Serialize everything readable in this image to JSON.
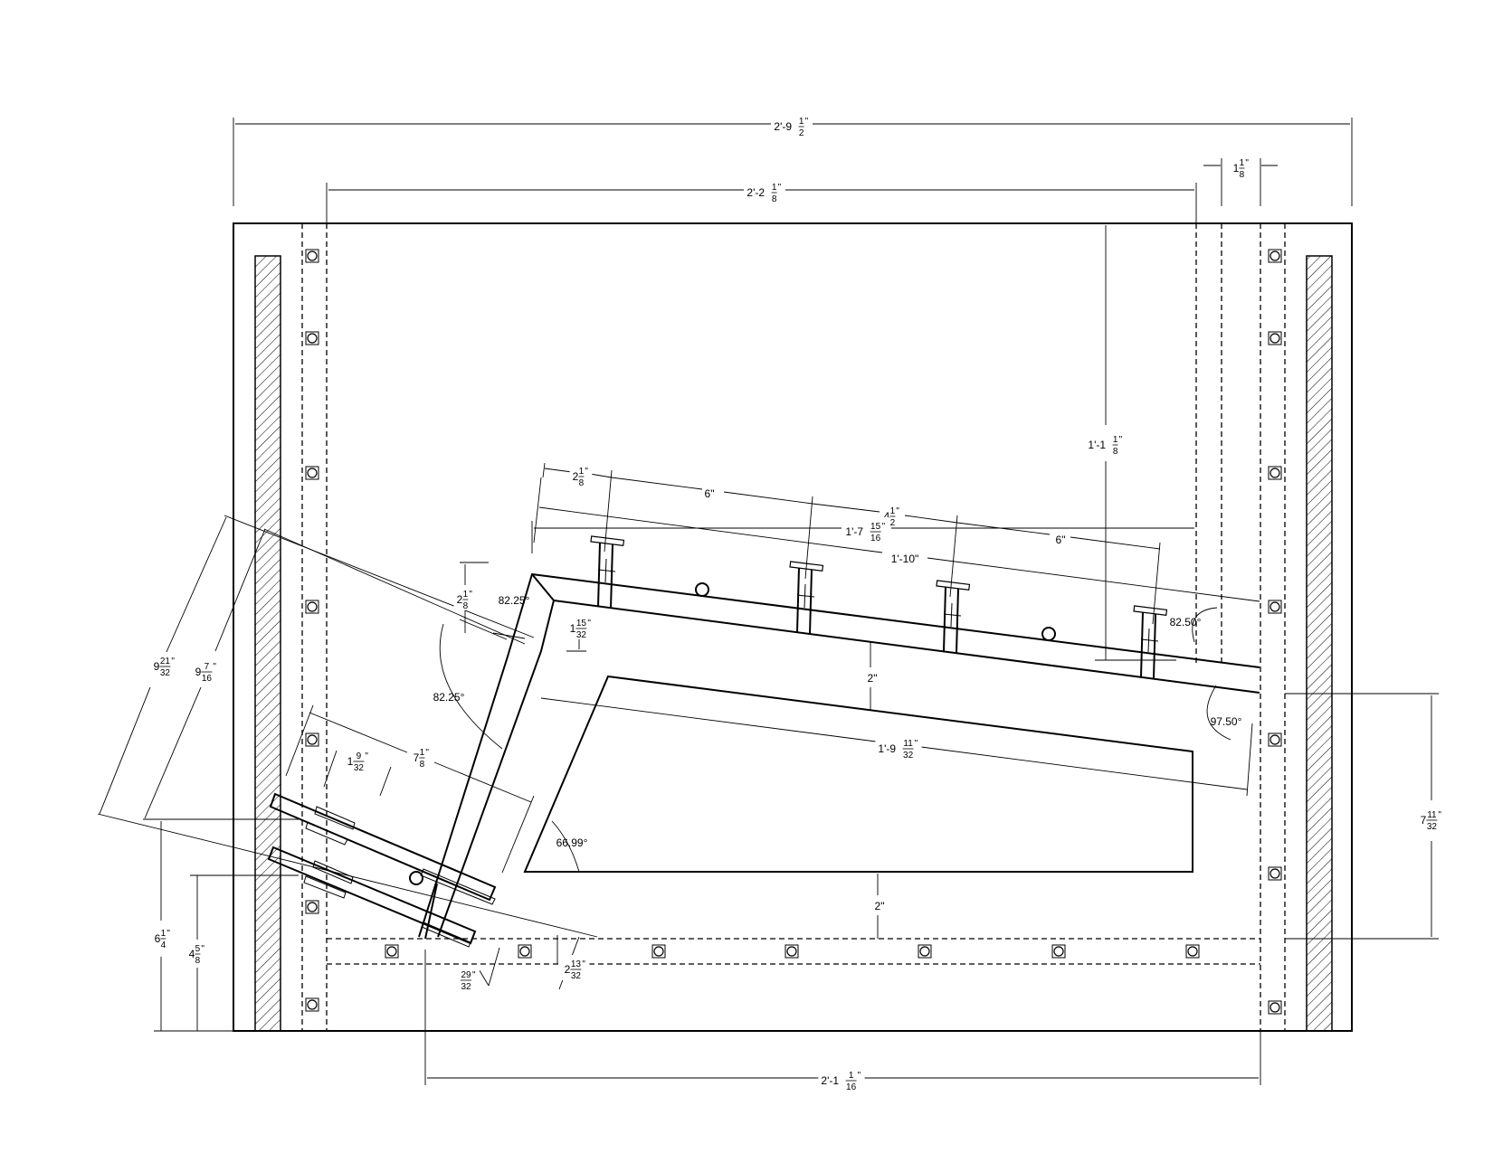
{
  "dimensions": {
    "overall_width": {
      "whole": "2'-9",
      "num": "1",
      "den": "2",
      "mark": "\""
    },
    "inner_width": {
      "whole": "2'-2",
      "num": "1",
      "den": "8",
      "mark": "\""
    },
    "right_gap": {
      "whole": "1",
      "num": "1",
      "den": "8",
      "mark": "\""
    },
    "vertical_top": {
      "whole": "1'-1",
      "num": "1",
      "den": "8",
      "mark": "\""
    },
    "panel_spacing_1": {
      "whole": "2",
      "num": "1",
      "den": "8",
      "mark": "\""
    },
    "panel_spacing_2": {
      "whole": "4",
      "num": "1",
      "den": "2",
      "mark": "\""
    },
    "panel_length": {
      "whole": "1'-7",
      "num": "15",
      "den": "16",
      "mark": "\""
    },
    "inner_panel_len": {
      "whole": "1'-9",
      "num": "11",
      "den": "32",
      "mark": "\""
    },
    "tilt_rise": {
      "whole": "2",
      "num": "1",
      "den": "8",
      "mark": "\""
    },
    "lip_height": {
      "whole": "1",
      "num": "15",
      "den": "32",
      "mark": "\""
    },
    "left_outer": {
      "whole": "9",
      "num": "21",
      "den": "32",
      "mark": "\""
    },
    "left_inner": {
      "whole": "9",
      "num": "7",
      "den": "16",
      "mark": "\""
    },
    "bracket_len": {
      "whole": "7",
      "num": "1",
      "den": "8",
      "mark": "\""
    },
    "bracket_gap": {
      "whole": "1",
      "num": "9",
      "den": "32",
      "mark": "\""
    },
    "lower_height_1": {
      "whole": "6",
      "num": "1",
      "den": "4",
      "mark": "\""
    },
    "lower_height_2": {
      "whole": "4",
      "num": "5",
      "den": "8",
      "mark": "\""
    },
    "bracket_thk": {
      "whole": "",
      "num": "29",
      "den": "32",
      "mark": "\""
    },
    "bracket_off": {
      "whole": "2",
      "num": "13",
      "den": "32",
      "mark": "\""
    },
    "right_height": {
      "whole": "7",
      "num": "11",
      "den": "32",
      "mark": "\""
    },
    "bottom_width": {
      "whole": "2'-1",
      "num": "1",
      "den": "16",
      "mark": "\""
    }
  },
  "simple_labels": {
    "six_a": "6\"",
    "six_b": "6\"",
    "overall_panel": "1'-10\"",
    "two_a": "2\"",
    "two_b": "2\"",
    "angle_tl": "82.25°",
    "angle_left": "82.25°",
    "angle_tr": "82.50°",
    "angle_br": "97.50°",
    "angle_inner": "66.99°"
  }
}
